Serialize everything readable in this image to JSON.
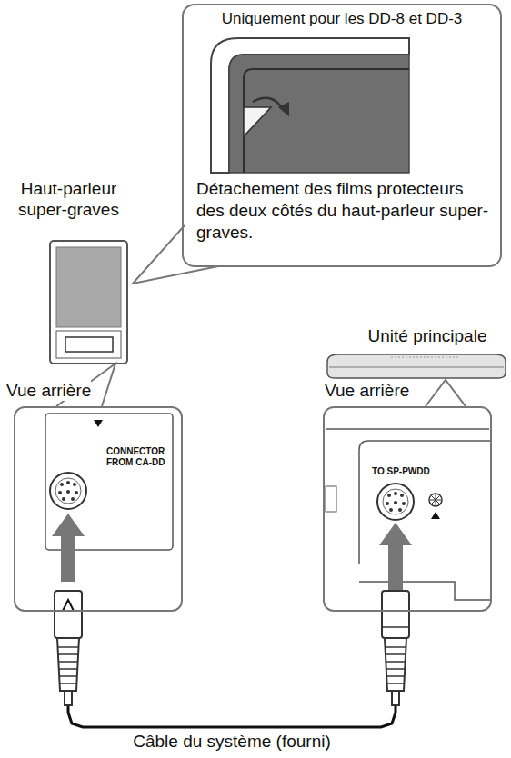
{
  "diagram": {
    "nodes": [
      {
        "text": [
          "Uniquement pour les DD-8 et DD-3",
          "Détachement des films protecteurs des deux côtés du haut-parleur super-graves."
        ]
      },
      {
        "text": [
          "Vue arrière",
          "CONNECTOR FROM CA-DD"
        ]
      },
      {
        "text": [
          "Vue arrière",
          "TO SP-PWDD"
        ]
      }
    ],
    "edges": [
      {
        "from": 1,
        "to": 2,
        "arrow": "none",
        "label": "Câble du système (fourni)"
      }
    ],
    "labels": [
      "Haut-parleur super-graves",
      "Unité principale"
    ]
  }
}
